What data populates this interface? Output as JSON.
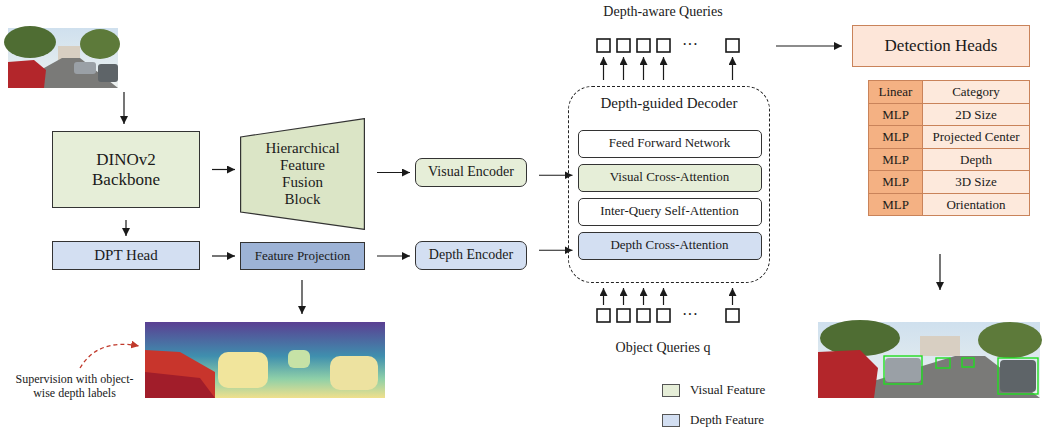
{
  "diagram": {
    "nodes": [
      {
        "text": [
          "DINOv2 Backbone"
        ]
      },
      {
        "text": [
          "Hierarchical Feature Fusion Block"
        ]
      },
      {
        "text": [
          "Visual Encoder"
        ]
      },
      {
        "text": [
          "DPT Head"
        ]
      },
      {
        "text": [
          "Feature Projection"
        ]
      },
      {
        "text": [
          "Depth Encoder"
        ]
      },
      {
        "text": [
          "Depth-guided Decoder"
        ]
      },
      {
        "text": [
          "Feed Forward Network"
        ],
        "in": 6
      },
      {
        "text": [
          "Visual Cross-Attention"
        ],
        "in": 6
      },
      {
        "text": [
          "Inter-Query Self-Attention"
        ],
        "in": 6
      },
      {
        "text": [
          "Depth Cross-Attention"
        ],
        "in": 6
      },
      {
        "text": [
          "Detection Heads"
        ]
      }
    ],
    "edges": [
      {
        "from": 0,
        "to": 1,
        "arrow": "to"
      },
      {
        "from": 0,
        "to": 3,
        "arrow": "to"
      },
      {
        "from": 1,
        "to": 2,
        "arrow": "to"
      },
      {
        "from": 3,
        "to": 4,
        "arrow": "to"
      },
      {
        "from": 4,
        "to": 5,
        "arrow": "to"
      },
      {
        "from": 2,
        "to": 8,
        "arrow": "to"
      },
      {
        "from": 5,
        "to": 10,
        "arrow": "to"
      }
    ],
    "labels": [
      "Depth-aware Queries",
      "···",
      "Object Queries q",
      "···",
      "Supervision with object-wise depth labels",
      "Linear",
      "Category",
      "MLP",
      "2D Size",
      "MLP",
      "Projected Center",
      "MLP",
      "Depth",
      "MLP",
      "3D Size",
      "MLP",
      "Orientation"
    ],
    "legend": [
      {
        "text": "Visual Feature",
        "color": "#e6eed8"
      },
      {
        "text": "Depth Feature",
        "color": "#d3dff2"
      }
    ]
  }
}
